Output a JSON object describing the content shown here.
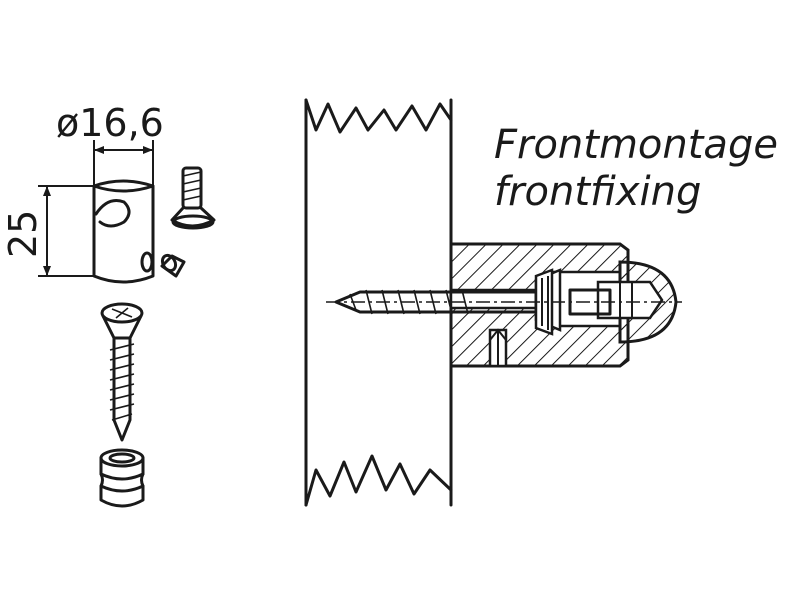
{
  "dimensions": {
    "diameter_label": "ø16,6",
    "height_label": "25"
  },
  "captions": {
    "line1": "Frontmontage",
    "line2": "frontfixing"
  },
  "colors": {
    "ink": "#1a1a1a",
    "background": "#ffffff"
  }
}
